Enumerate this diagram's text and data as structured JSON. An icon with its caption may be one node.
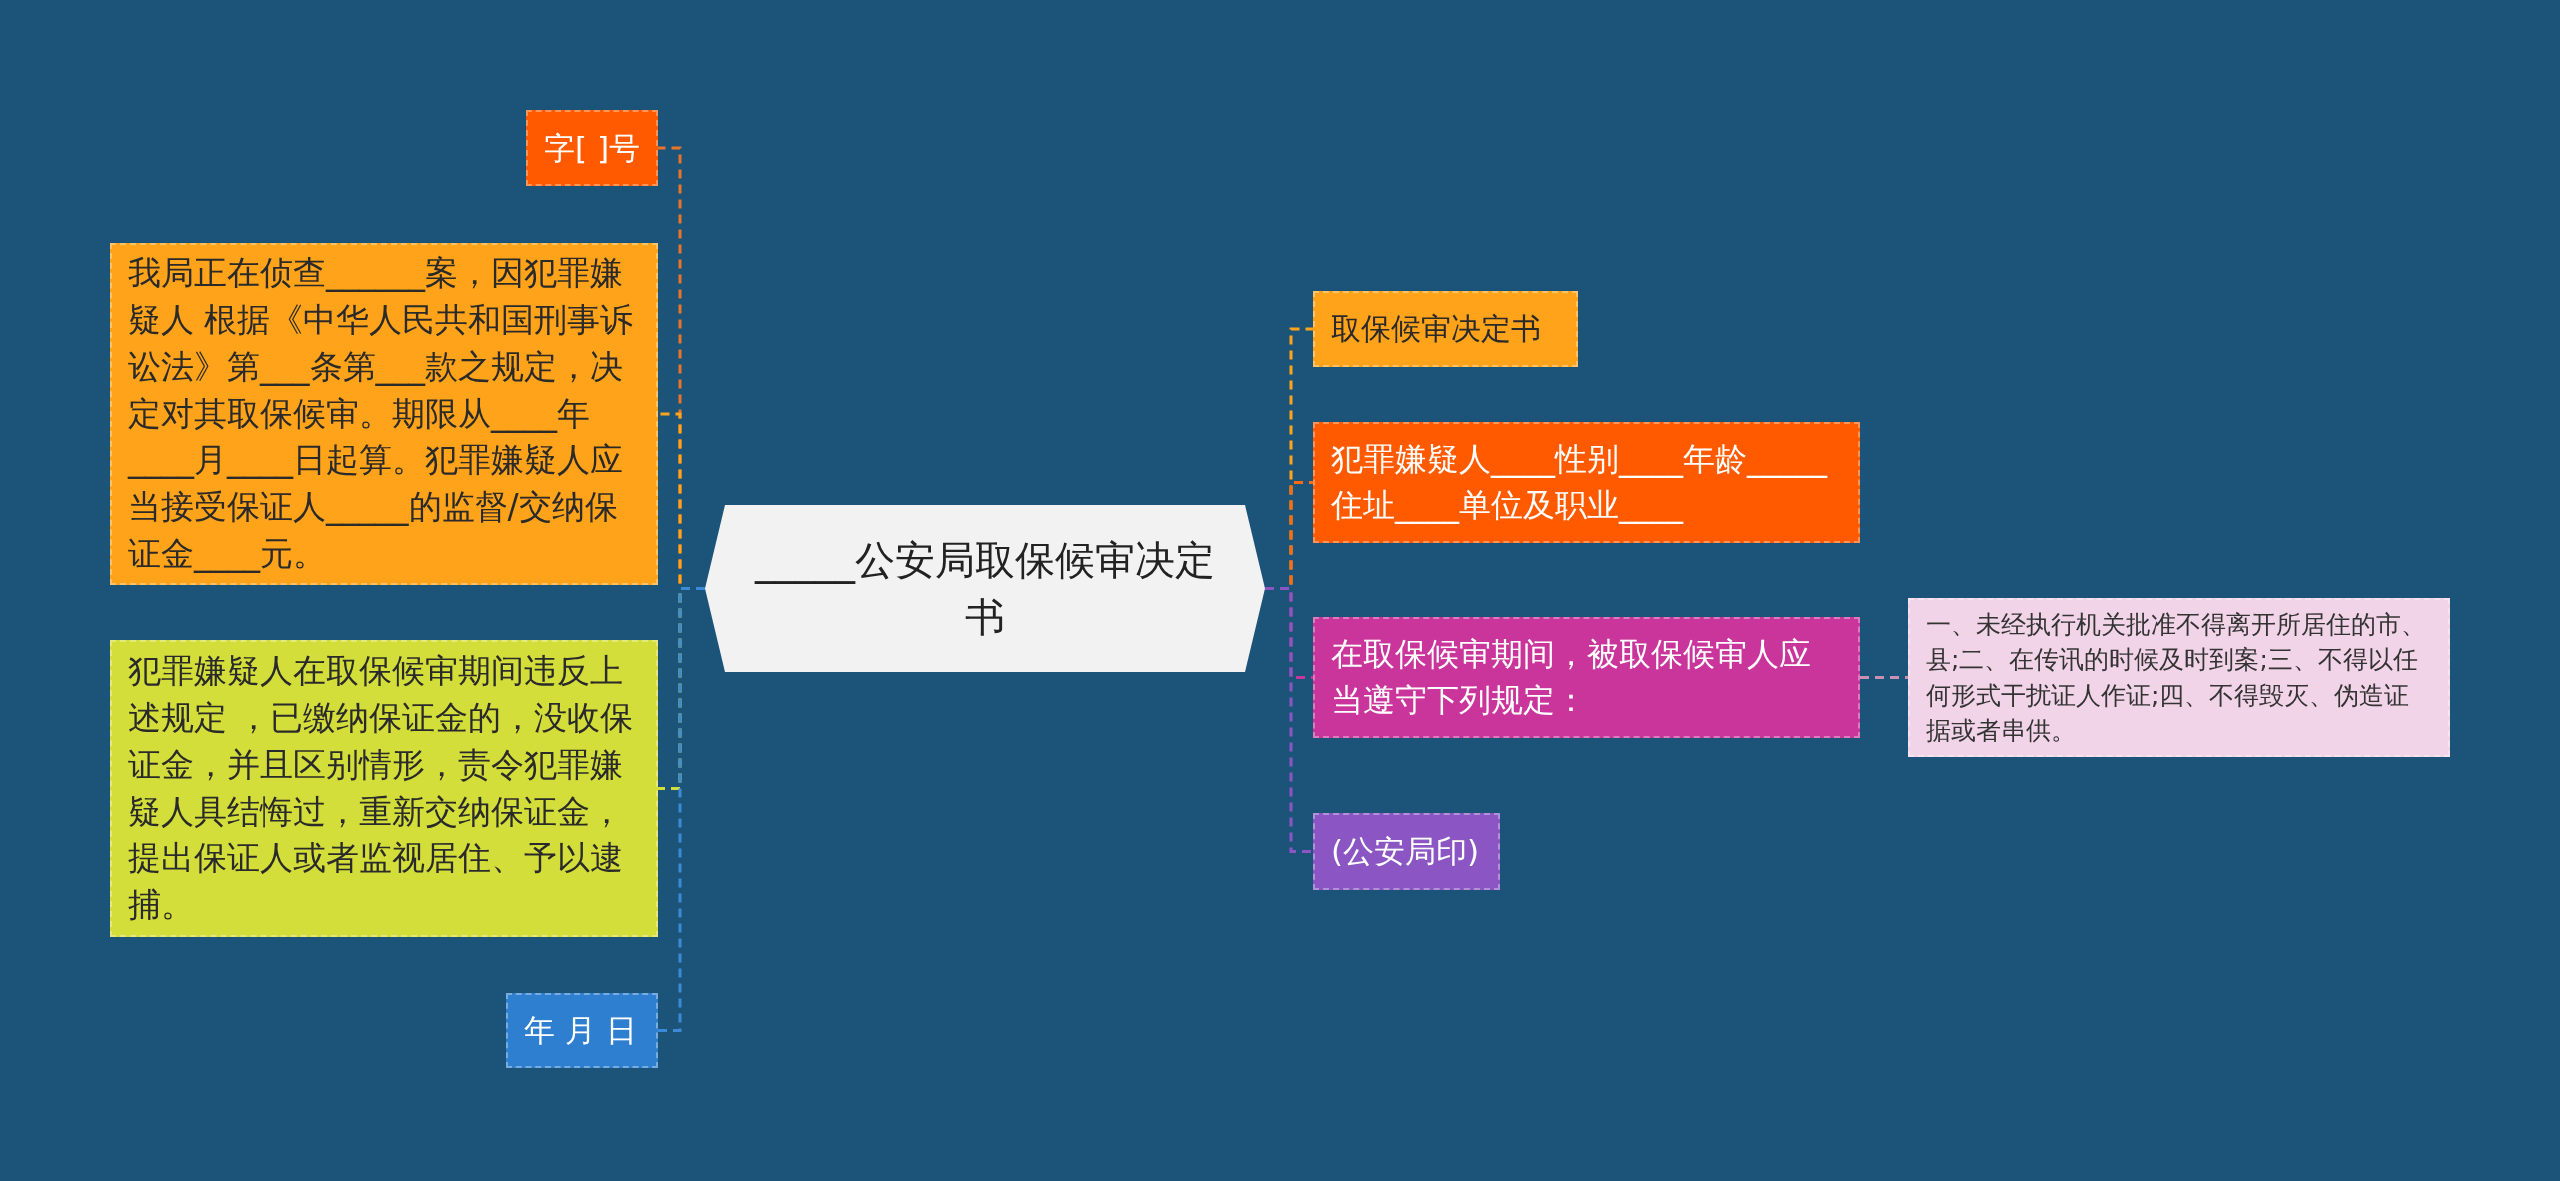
{
  "diagram": {
    "nodes": [
      {
        "text": [
          "_____公安局取保候审决定书"
        ]
      },
      {
        "text": [
          "字[ ]号"
        ]
      },
      {
        "text": [
          "我局正在侦查______案，因犯罪嫌疑人 根据《中华人民共和国刑事诉讼法》第___条第___款之规定，决定对其取保候审。期限从____年____月____日起算。犯罪嫌疑人应当接受保证人_____的监督/交纳保证金____元。"
        ]
      },
      {
        "text": [
          "犯罪嫌疑人在取保候审期间违反上述规定 ，已缴纳保证金的，没收保证金，并且区别情形，责令犯罪嫌疑人具结悔过，重新交纳保证金，提出保证人或者监视居住、予以逮捕。"
        ]
      },
      {
        "text": [
          "年 月 日"
        ]
      },
      {
        "text": [
          "取保候审决定书"
        ]
      },
      {
        "text": [
          "犯罪嫌疑人____性别____年龄_____ 住址____单位及职业____"
        ]
      },
      {
        "text": [
          "在取保候审期间，被取保候审人应当遵守下列规定："
        ]
      },
      {
        "text": [
          "(公安局印)"
        ]
      },
      {
        "text": [
          "一、未经执行机关批准不得离开所居住的市、县;二、在传讯的时候及时到案;三、不得以任何形式干扰证人作证;四、不得毁灭、伪造证据或者串供。"
        ]
      }
    ],
    "edges": [
      {
        "from": 0,
        "to": 1,
        "arrow": "none",
        "style": "dashed",
        "color": "#e8742a"
      },
      {
        "from": 0,
        "to": 2,
        "arrow": "none",
        "style": "dashed",
        "color": "#ffa31a"
      },
      {
        "from": 0,
        "to": 3,
        "arrow": "none",
        "style": "dashed",
        "color": "#d4de3a"
      },
      {
        "from": 0,
        "to": 4,
        "arrow": "none",
        "style": "dashed",
        "color": "#3a8ad6"
      },
      {
        "from": 0,
        "to": 5,
        "arrow": "none",
        "style": "dashed",
        "color": "#ffa31a"
      },
      {
        "from": 0,
        "to": 6,
        "arrow": "none",
        "style": "dashed",
        "color": "#ff6a10"
      },
      {
        "from": 0,
        "to": 7,
        "arrow": "none",
        "style": "dashed",
        "color": "#c9359a"
      },
      {
        "from": 0,
        "to": 8,
        "arrow": "none",
        "style": "dashed",
        "color": "#8b56c3"
      },
      {
        "from": 7,
        "to": 9,
        "arrow": "none",
        "style": "dashed",
        "color": "#c98fb5"
      }
    ]
  }
}
